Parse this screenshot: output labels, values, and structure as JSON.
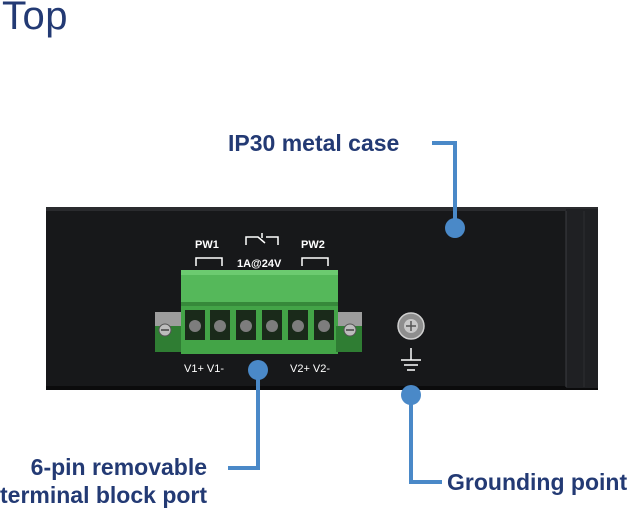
{
  "title": "Top",
  "callouts": {
    "case": "IP30 metal case",
    "terminal_line1": "6-pin removable",
    "terminal_line2": "terminal block port",
    "ground": "Grounding point"
  },
  "device_labels": {
    "pw1": "PW1",
    "pw2": "PW2",
    "rating": "1A@24V",
    "v1": "V1+ V1-",
    "v2": "V2+ V2-"
  },
  "colors": {
    "accent": "#4a89c8",
    "title": "#233a74",
    "case": "#17181a",
    "terminal": "#4caf50"
  },
  "icons": [
    "relay-switch-icon",
    "ground-symbol-icon",
    "screw-icon"
  ]
}
